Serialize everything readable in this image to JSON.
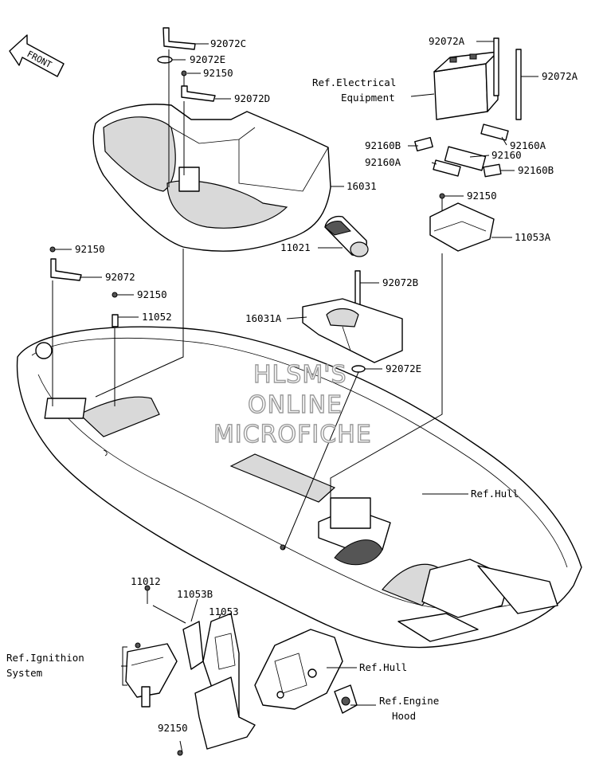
{
  "front_arrow": {
    "label": "FRONT"
  },
  "watermark": {
    "line1": "HLSM'S",
    "line2": "ONLINE",
    "line3": "MICROFICHE"
  },
  "callouts": {
    "p92072C": "92072C",
    "p92072E_top": "92072E",
    "p92150_top": "92150",
    "p92072D": "92072D",
    "p16031": "16031",
    "p92072A_left": "92072A",
    "p92072A_right": "92072A",
    "ref_electrical_1": "Ref.Electrical",
    "ref_electrical_2": "Equipment",
    "p92160B_left": "92160B",
    "p92160A_right": "92160A",
    "p92160": "92160",
    "p92160A_left": "92160A",
    "p92160B_right": "92160B",
    "p92150_battery": "92150",
    "p11053A": "11053A",
    "p11021": "11021",
    "p92072B": "92072B",
    "p16031A": "16031A",
    "p92072E_mid": "92072E",
    "p92150_left1": "92150",
    "p92072": "92072",
    "p92150_left2": "92150",
    "p11052": "11052",
    "ref_hull_1": "Ref.Hull",
    "p11012": "11012",
    "p11053B": "11053B",
    "p11053": "11053",
    "ref_ignition_1": "Ref.Ignithion",
    "ref_ignition_2": "System",
    "ref_hull_2": "Ref.Hull",
    "ref_engine_1": "Ref.Engine",
    "ref_engine_2": "Hood",
    "p92150_bottom": "92150"
  }
}
